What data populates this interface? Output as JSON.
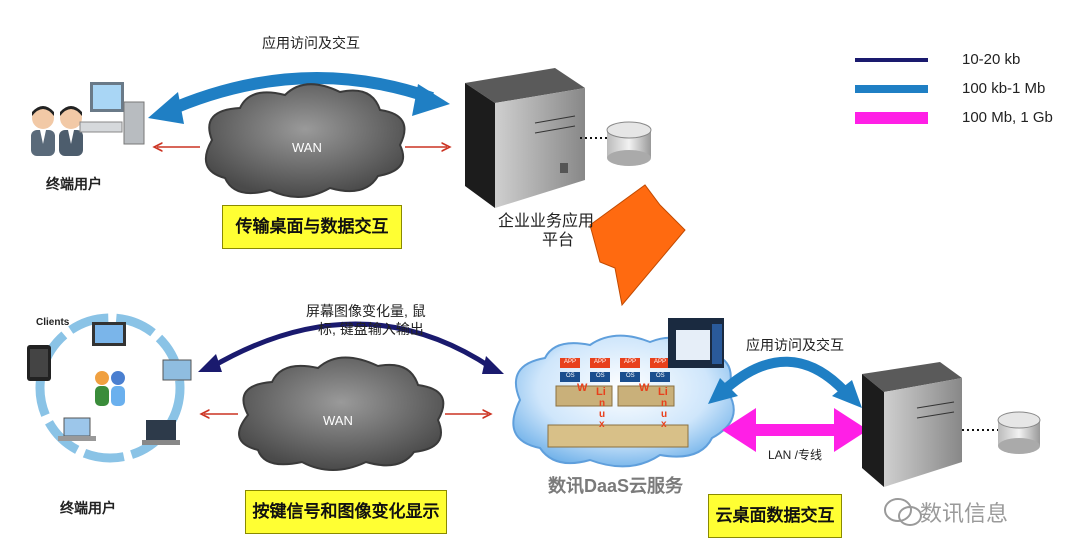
{
  "top": {
    "arrow_label": "应用访问及交互",
    "wan_label": "WAN",
    "user_label": "终端用户",
    "box_label": "传输桌面与数据交互",
    "server_label_line1": "企业业务应用",
    "server_label_line2": "平台"
  },
  "bottom": {
    "clients_label": "Clients",
    "arrow_label_line1": "屏幕图像变化量, 鼠",
    "arrow_label_line2": "标, 键盘输入输出",
    "wan_label": "WAN",
    "user_label": "终端用户",
    "box_label": "按键信号和图像变化显示",
    "cloud_label": "数讯DaaS云服务",
    "right_arrow_label": "应用访问及交互",
    "lan_label": "LAN /专线",
    "right_box_label": "云桌面数据交互",
    "watermark": "数讯信息"
  },
  "cloud_stack": {
    "app": "APP",
    "os": "OS",
    "linux_letters": [
      "W",
      "Li",
      "n",
      "u",
      "x"
    ]
  },
  "legend": [
    {
      "label": "10-20 kb",
      "color": "#1a1a6e"
    },
    {
      "label": "100 kb-1 Mb",
      "color": "#1f7fc4"
    },
    {
      "label": "100 Mb, 1 Gb",
      "color": "#ff1fe6"
    }
  ],
  "colors": {
    "dark_arrow": "#1a1a6e",
    "blue_arrow": "#1f7fc4",
    "magenta_arrow": "#ff1fe6",
    "orange_arrow": "#ff6a10",
    "box_fill": "#ffff33"
  },
  "icons": [
    "users-icon",
    "computer-icon",
    "server-icon",
    "database-icon",
    "cloud-icon",
    "wechat-icon"
  ]
}
